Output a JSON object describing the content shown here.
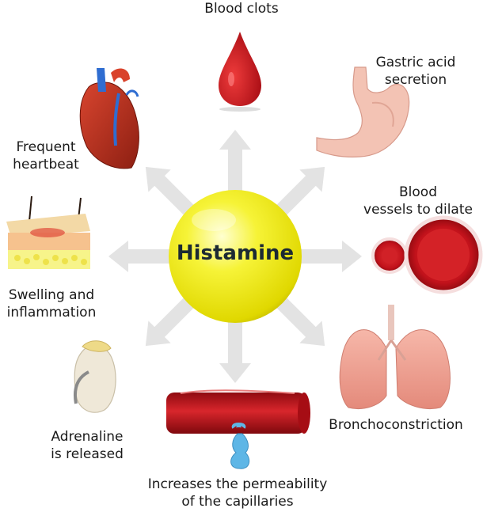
{
  "center": {
    "title": "Histamine"
  },
  "effects": {
    "top": {
      "lines": [
        "Blood clots"
      ]
    },
    "top_right": {
      "lines": [
        "Gastric acid",
        "secretion"
      ]
    },
    "right": {
      "lines": [
        "Blood",
        "vessels to dilate"
      ]
    },
    "bottom_right": {
      "lines": [
        "Bronchoconstriction"
      ]
    },
    "bottom": {
      "lines": [
        "Increases the permeability",
        "of the capillaries"
      ]
    },
    "bottom_left": {
      "lines": [
        "Adrenaline",
        "is released"
      ]
    },
    "left": {
      "lines": [
        "Swelling and",
        "inflammation"
      ]
    },
    "top_left": {
      "lines": [
        "Frequent",
        "heartbeat"
      ]
    }
  },
  "colors": {
    "sphere": "#f2ef1a",
    "arrow": "#e3e3e3",
    "blood": "#c0121c",
    "skin": "#f4c4b5",
    "lung": "#ee9d90"
  },
  "icons": [
    "blood-drop-icon",
    "stomach-icon",
    "blood-vessel-icon",
    "lungs-icon",
    "capillary-icon",
    "adrenal-gland-icon",
    "skin-layer-icon",
    "heart-icon"
  ]
}
